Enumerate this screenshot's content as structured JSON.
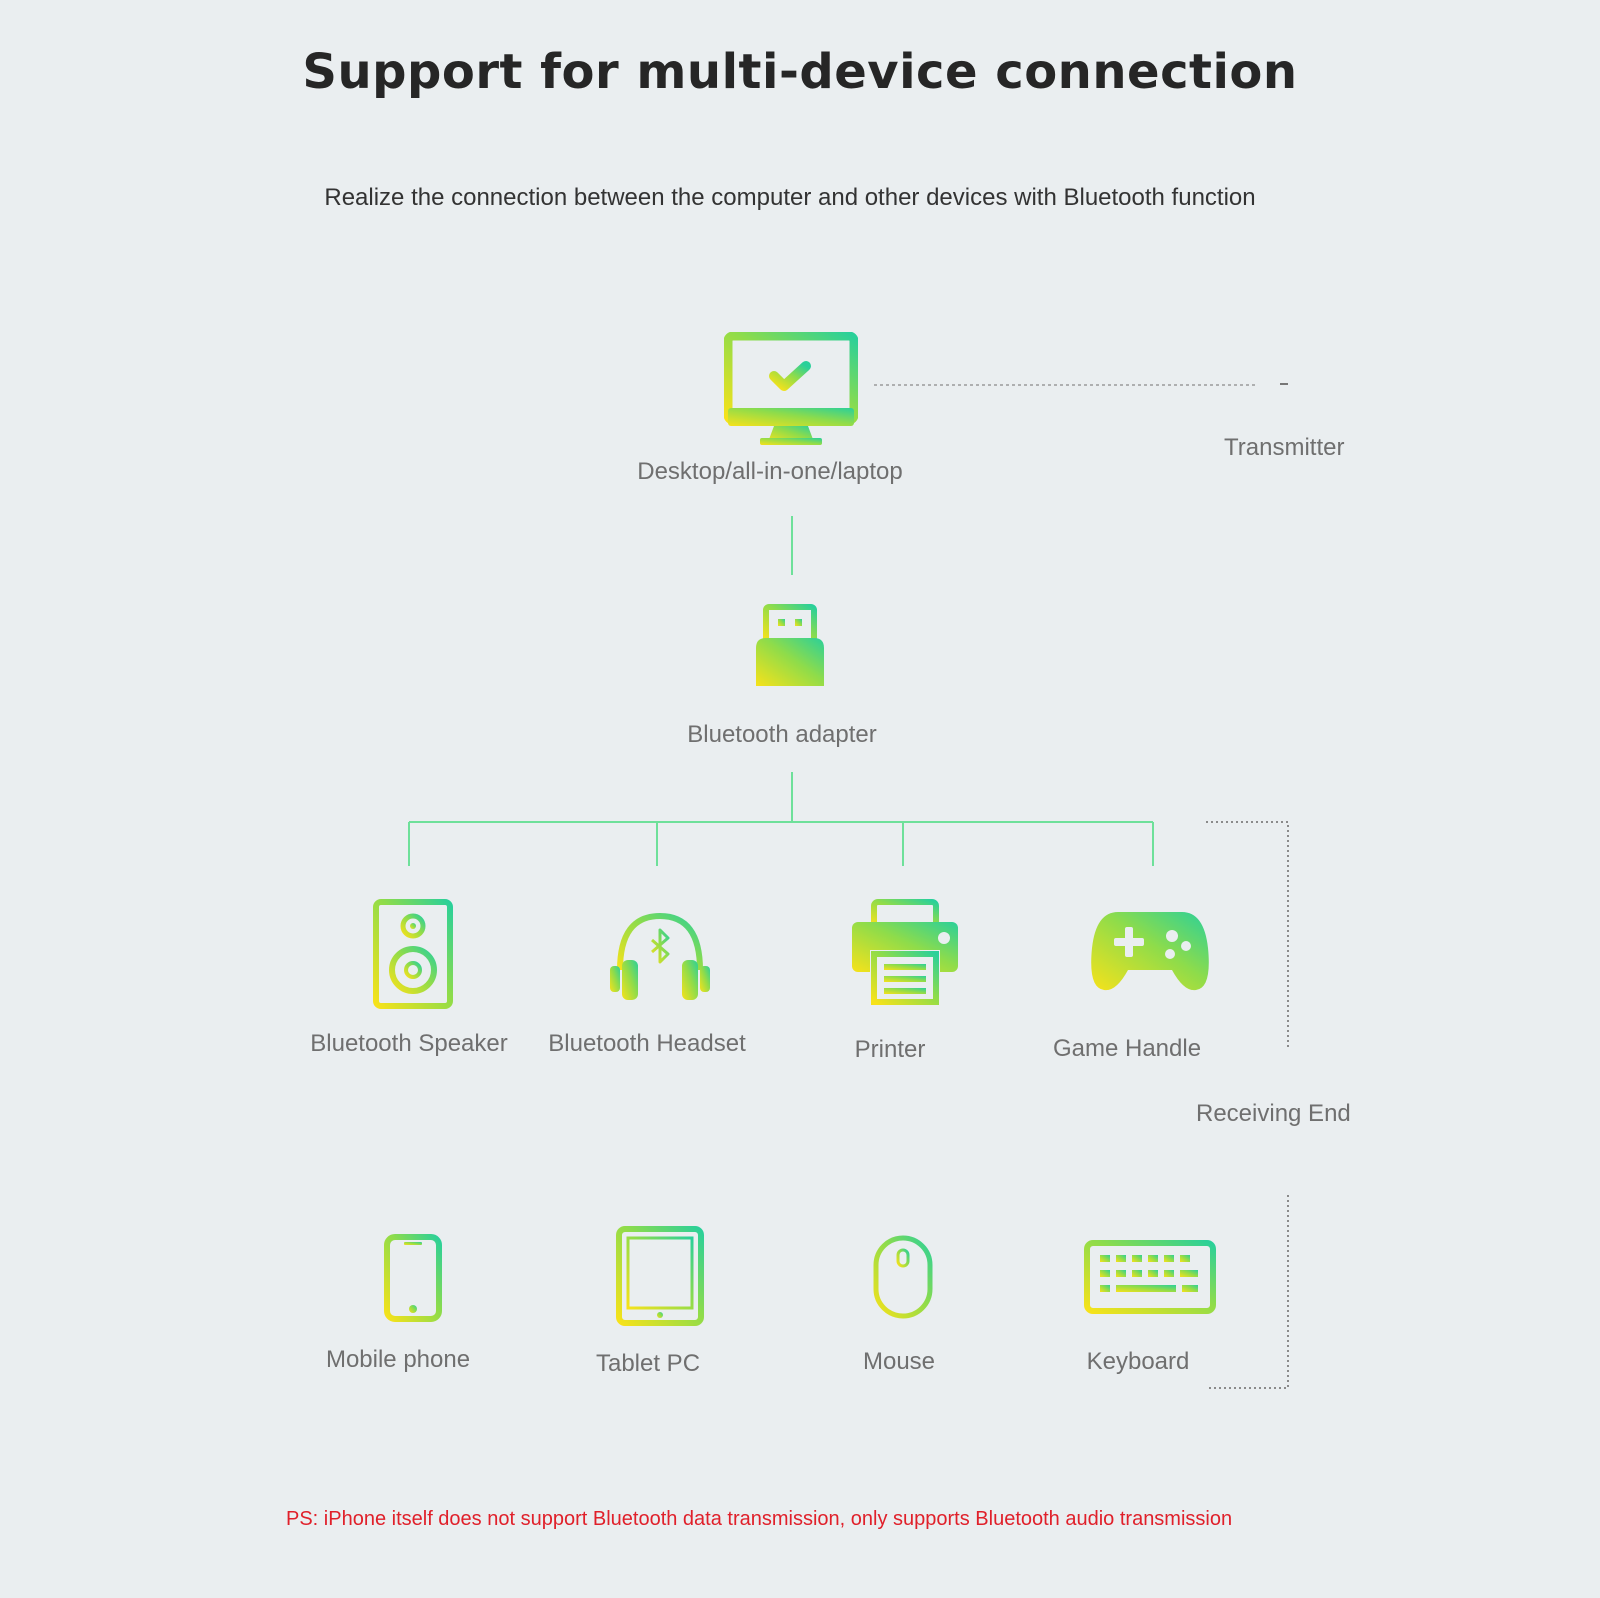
{
  "title": "Support for multi-device connection",
  "subtitle": "Realize the connection between the computer and other devices with Bluetooth function",
  "transmitter": {
    "device_label": "Desktop/all-in-one/laptop",
    "group_label": "Transmitter"
  },
  "adapter": {
    "label": "Bluetooth adapter"
  },
  "receiving": {
    "group_label": "Receiving End",
    "row1": [
      "Bluetooth Speaker",
      "Bluetooth Headset",
      "Printer",
      "Game Handle"
    ],
    "row2": [
      "Mobile phone",
      "Tablet PC",
      "Mouse",
      "Keyboard"
    ]
  },
  "note": "PS: iPhone itself does not support Bluetooth data transmission, only supports Bluetooth audio transmission",
  "colors": {
    "gradient_start": "#f5e21a",
    "gradient_end": "#2fd38f",
    "connector_line": "#6ee09a",
    "note_text": "#e0202a"
  },
  "icons": [
    "monitor-check-icon",
    "usb-adapter-icon",
    "speaker-icon",
    "headset-icon",
    "printer-icon",
    "gamepad-icon",
    "phone-icon",
    "tablet-icon",
    "mouse-icon",
    "keyboard-icon"
  ]
}
